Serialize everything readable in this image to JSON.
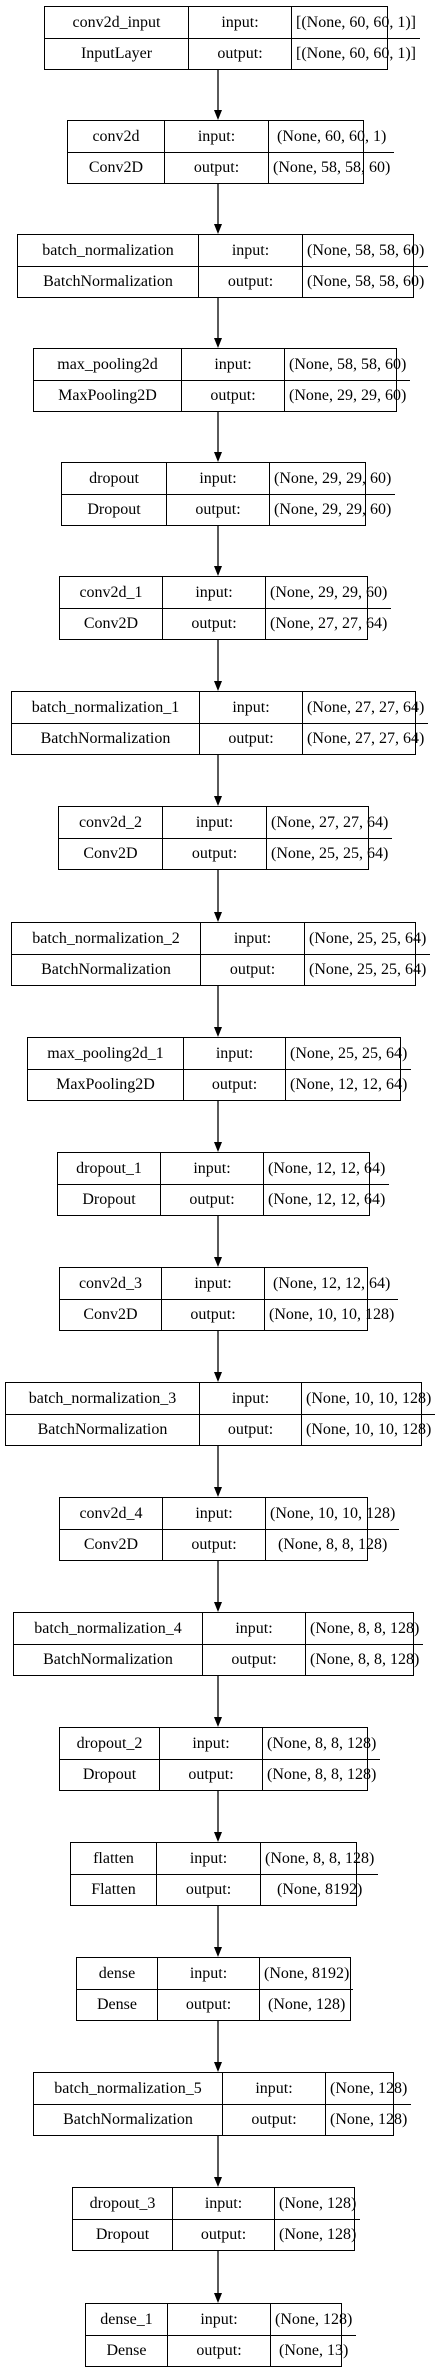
{
  "io_labels": {
    "input": "input:",
    "output": "output:"
  },
  "layers": [
    {
      "name": "conv2d_input",
      "type": "InputLayer",
      "input": "[(None, 60, 60, 1)]",
      "output": "[(None, 60, 60, 1)]"
    },
    {
      "name": "conv2d",
      "type": "Conv2D",
      "input": "(None, 60, 60, 1)",
      "output": "(None, 58, 58, 60)"
    },
    {
      "name": "batch_normalization",
      "type": "BatchNormalization",
      "input": "(None, 58, 58, 60)",
      "output": "(None, 58, 58, 60)"
    },
    {
      "name": "max_pooling2d",
      "type": "MaxPooling2D",
      "input": "(None, 58, 58, 60)",
      "output": "(None, 29, 29, 60)"
    },
    {
      "name": "dropout",
      "type": "Dropout",
      "input": "(None, 29, 29, 60)",
      "output": "(None, 29, 29, 60)"
    },
    {
      "name": "conv2d_1",
      "type": "Conv2D",
      "input": "(None, 29, 29, 60)",
      "output": "(None, 27, 27, 64)"
    },
    {
      "name": "batch_normalization_1",
      "type": "BatchNormalization",
      "input": "(None, 27, 27, 64)",
      "output": "(None, 27, 27, 64)"
    },
    {
      "name": "conv2d_2",
      "type": "Conv2D",
      "input": "(None, 27, 27, 64)",
      "output": "(None, 25, 25, 64)"
    },
    {
      "name": "batch_normalization_2",
      "type": "BatchNormalization",
      "input": "(None, 25, 25, 64)",
      "output": "(None, 25, 25, 64)"
    },
    {
      "name": "max_pooling2d_1",
      "type": "MaxPooling2D",
      "input": "(None, 25, 25, 64)",
      "output": "(None, 12, 12, 64)"
    },
    {
      "name": "dropout_1",
      "type": "Dropout",
      "input": "(None, 12, 12, 64)",
      "output": "(None, 12, 12, 64)"
    },
    {
      "name": "conv2d_3",
      "type": "Conv2D",
      "input": "(None, 12, 12, 64)",
      "output": "(None, 10, 10, 128)"
    },
    {
      "name": "batch_normalization_3",
      "type": "BatchNormalization",
      "input": "(None, 10, 10, 128)",
      "output": "(None, 10, 10, 128)"
    },
    {
      "name": "conv2d_4",
      "type": "Conv2D",
      "input": "(None, 10, 10, 128)",
      "output": "(None, 8, 8, 128)"
    },
    {
      "name": "batch_normalization_4",
      "type": "BatchNormalization",
      "input": "(None, 8, 8, 128)",
      "output": "(None, 8, 8, 128)"
    },
    {
      "name": "dropout_2",
      "type": "Dropout",
      "input": "(None, 8, 8, 128)",
      "output": "(None, 8, 8, 128)"
    },
    {
      "name": "flatten",
      "type": "Flatten",
      "input": "(None, 8, 8, 128)",
      "output": "(None, 8192)"
    },
    {
      "name": "dense",
      "type": "Dense",
      "input": "(None, 8192)",
      "output": "(None, 128)"
    },
    {
      "name": "batch_normalization_5",
      "type": "BatchNormalization",
      "input": "(None, 128)",
      "output": "(None, 128)"
    },
    {
      "name": "dropout_3",
      "type": "Dropout",
      "input": "(None, 128)",
      "output": "(None, 128)"
    },
    {
      "name": "dense_1",
      "type": "Dense",
      "input": "(None, 128)",
      "output": "(None, 13)"
    }
  ]
}
